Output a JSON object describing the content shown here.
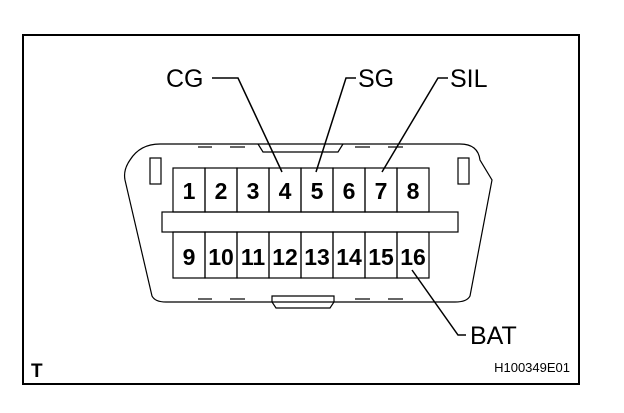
{
  "connector": {
    "top_row": [
      "1",
      "2",
      "3",
      "4",
      "5",
      "6",
      "7",
      "8"
    ],
    "bottom_row": [
      "9",
      "10",
      "11",
      "12",
      "13",
      "14",
      "15",
      "16"
    ]
  },
  "callouts": [
    {
      "text": "CG",
      "pin": "4"
    },
    {
      "text": "SG",
      "pin": "5"
    },
    {
      "text": "SIL",
      "pin": "7"
    },
    {
      "text": "BAT",
      "pin": "16"
    }
  ],
  "corner_label": "T",
  "figure_code": "H100349E01"
}
